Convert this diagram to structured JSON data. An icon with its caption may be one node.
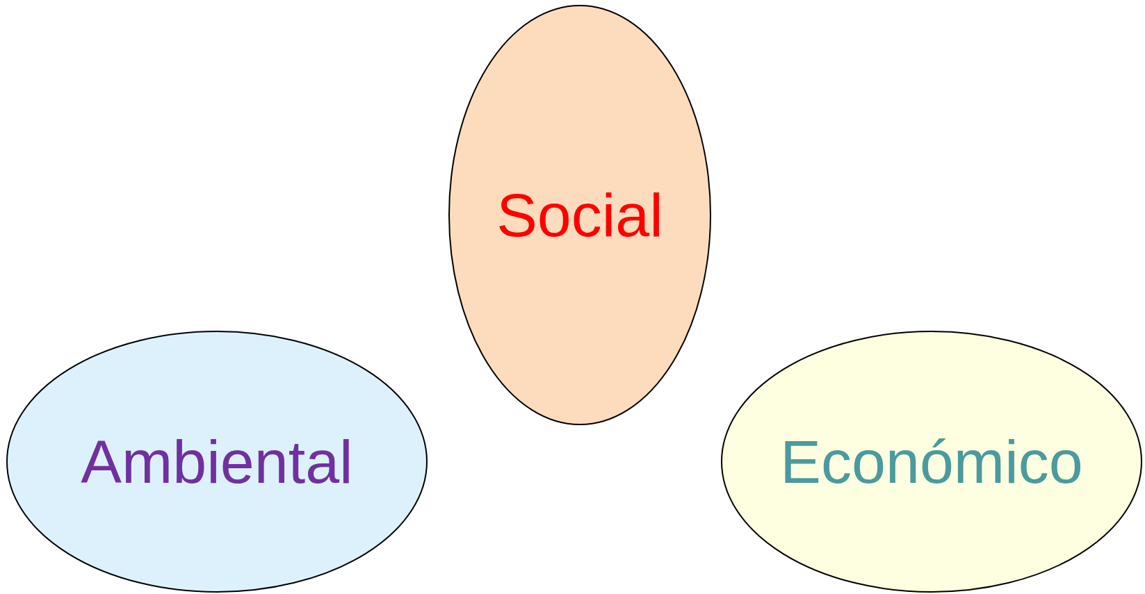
{
  "diagram": {
    "nodes": [
      {
        "text": [
          "Social"
        ]
      },
      {
        "text": [
          "Ambiental"
        ]
      },
      {
        "text": [
          "Económico"
        ]
      }
    ]
  }
}
